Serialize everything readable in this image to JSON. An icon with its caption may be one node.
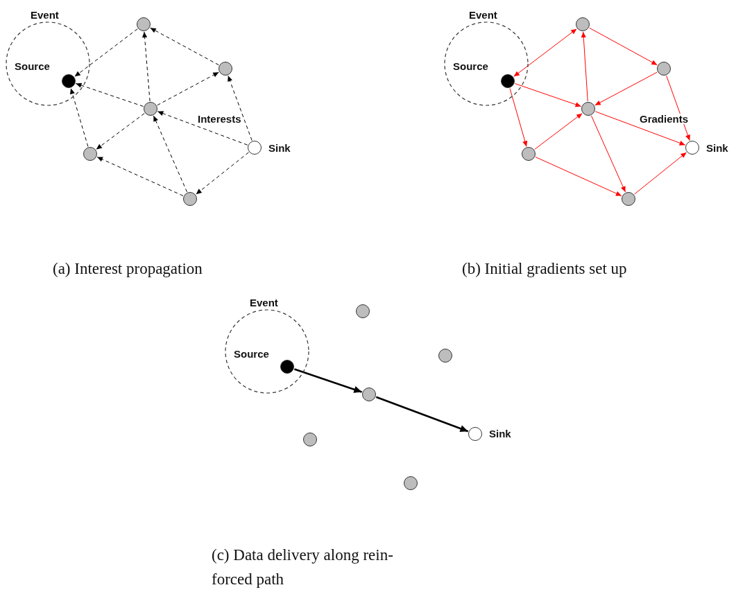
{
  "diagram": {
    "nodes": [
      {
        "text": [
          "Event",
          "Source"
        ]
      },
      {
        "text": [],
        "shape": "circle",
        "in": 0
      },
      {
        "text": [],
        "shape": "circle"
      },
      {
        "text": [],
        "shape": "circle"
      },
      {
        "text": [],
        "shape": "circle"
      },
      {
        "text": [],
        "shape": "circle"
      },
      {
        "text": [],
        "shape": "circle"
      },
      {
        "text": [],
        "shape": "circle",
        "beside": [
          "Sink"
        ]
      },
      {
        "text": [
          "Event",
          "Source"
        ]
      },
      {
        "text": [],
        "shape": "circle",
        "in": 8
      },
      {
        "text": [],
        "shape": "circle"
      },
      {
        "text": [],
        "shape": "circle"
      },
      {
        "text": [],
        "shape": "circle"
      },
      {
        "text": [],
        "shape": "circle"
      },
      {
        "text": [],
        "shape": "circle"
      },
      {
        "text": [],
        "shape": "circle",
        "beside": [
          "Sink"
        ]
      },
      {
        "text": [
          "Event",
          "Source"
        ]
      },
      {
        "text": [],
        "shape": "circle",
        "in": 16
      },
      {
        "text": [],
        "shape": "circle"
      },
      {
        "text": [],
        "shape": "circle"
      },
      {
        "text": [],
        "shape": "circle"
      },
      {
        "text": [],
        "shape": "circle"
      },
      {
        "text": [],
        "shape": "circle",
        "beside": [
          "Sink"
        ]
      },
      {
        "text": [],
        "shape": "circle"
      }
    ],
    "edges": [
      {
        "from": 2,
        "to": 1,
        "arrow": "to",
        "style": "dashed"
      },
      {
        "from": 3,
        "to": 2,
        "arrow": "to",
        "style": "dashed"
      },
      {
        "from": 4,
        "to": 2,
        "arrow": "to",
        "style": "dashed"
      },
      {
        "from": 4,
        "to": 3,
        "arrow": "to",
        "style": "dashed"
      },
      {
        "from": 4,
        "to": 1,
        "arrow": "to",
        "style": "dashed"
      },
      {
        "from": 7,
        "to": 4,
        "arrow": "to",
        "style": "dashed"
      },
      {
        "from": 7,
        "to": 3,
        "arrow": "to",
        "style": "dashed"
      },
      {
        "from": 6,
        "to": 4,
        "arrow": "to",
        "style": "dashed"
      },
      {
        "from": 4,
        "to": 5,
        "arrow": "to",
        "style": "dashed"
      },
      {
        "from": 5,
        "to": 1,
        "arrow": "to",
        "style": "dashed"
      },
      {
        "from": 6,
        "to": 5,
        "arrow": "to",
        "style": "dashed"
      },
      {
        "from": 7,
        "to": 6,
        "arrow": "to",
        "style": "dashed"
      },
      {
        "from": 9,
        "to": 10,
        "arrow": "both",
        "color": "#ff0000"
      },
      {
        "from": 9,
        "to": 12,
        "arrow": "to",
        "color": "#ff0000"
      },
      {
        "from": 9,
        "to": 13,
        "arrow": "to",
        "color": "#ff0000"
      },
      {
        "from": 12,
        "to": 10,
        "arrow": "to",
        "color": "#ff0000"
      },
      {
        "from": 10,
        "to": 11,
        "arrow": "to",
        "color": "#ff0000"
      },
      {
        "from": 11,
        "to": 12,
        "arrow": "to",
        "color": "#ff0000"
      },
      {
        "from": 11,
        "to": 15,
        "arrow": "to",
        "color": "#ff0000"
      },
      {
        "from": 12,
        "to": 15,
        "arrow": "to",
        "color": "#ff0000"
      },
      {
        "from": 13,
        "to": 12,
        "arrow": "to",
        "color": "#ff0000"
      },
      {
        "from": 13,
        "to": 14,
        "arrow": "to",
        "color": "#ff0000"
      },
      {
        "from": 12,
        "to": 14,
        "arrow": "to",
        "color": "#ff0000"
      },
      {
        "from": 14,
        "to": 15,
        "arrow": "to",
        "color": "#ff0000"
      },
      {
        "from": 17,
        "to": 20,
        "arrow": "to",
        "style": "thick"
      },
      {
        "from": 20,
        "to": 22,
        "arrow": "to",
        "style": "thick"
      }
    ],
    "labels": [
      "Interests",
      "Gradients",
      "(a) Interest propagation",
      "(b) Initial gradients set up",
      "(c) Data delivery along rein- forced path"
    ]
  }
}
